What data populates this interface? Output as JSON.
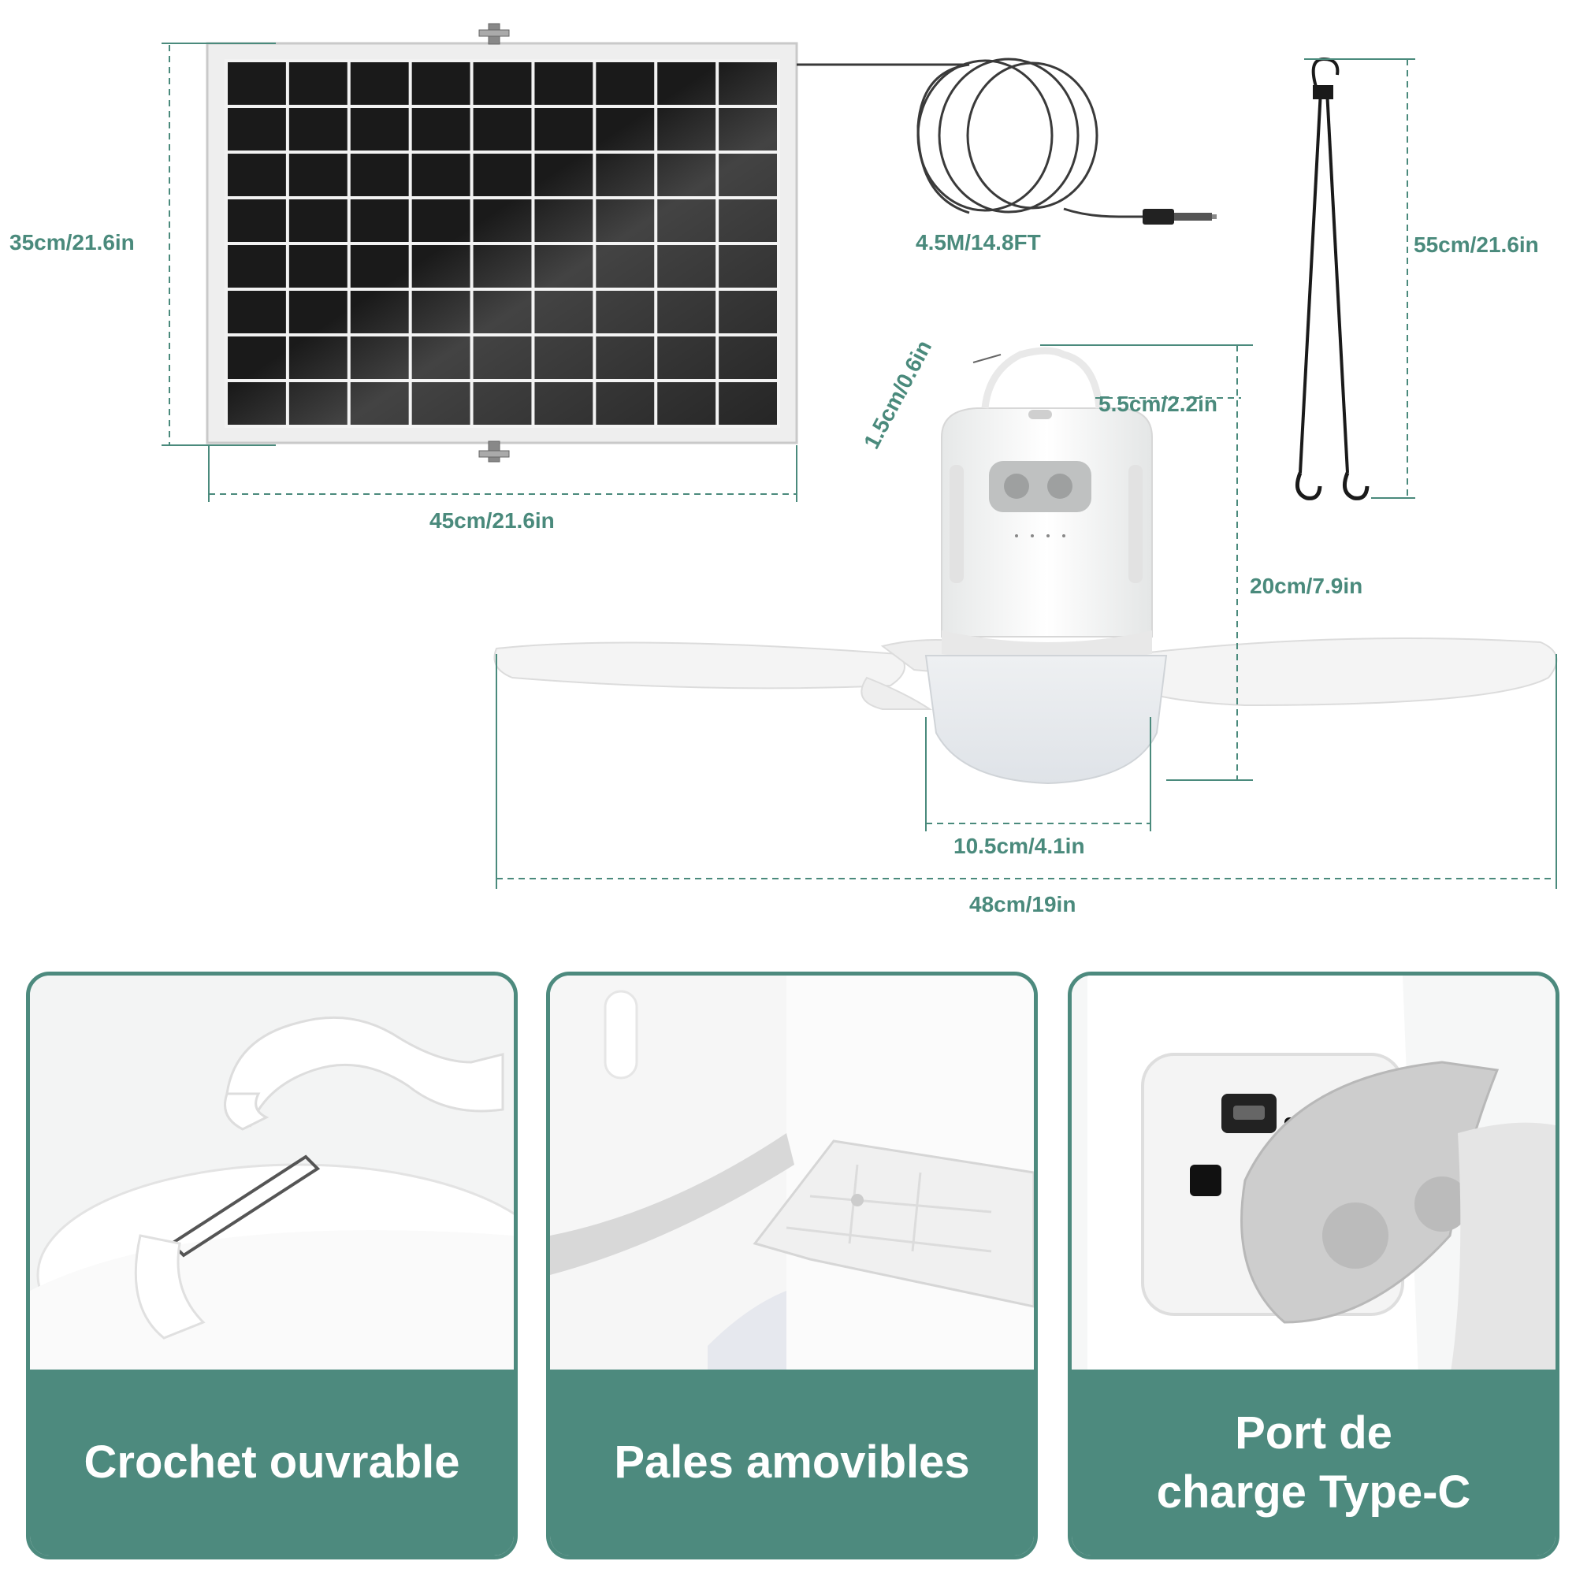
{
  "dimensions": {
    "panel_height": "35cm/21.6in",
    "panel_width": "45cm/21.6in",
    "cable_length": "4.5M/14.8FT",
    "hook_length": "55cm/21.6in",
    "handle_height": "1.5cm/0.6in",
    "handle_offset": "5.5cm/2.2in",
    "fan_height": "20cm/7.9in",
    "lamp_width": "10.5cm/4.1in",
    "fan_width": "48cm/19in"
  },
  "features": [
    {
      "label": "Crochet ouvrable"
    },
    {
      "label": "Pales amovibles"
    },
    {
      "label": "Port de\ncharge Type-C"
    }
  ],
  "colors": {
    "accent": "#4d8a7e",
    "dimension_text": "#4a8a7c",
    "panel_cell": "#1a1a1a",
    "product_white": "#f7f7f7"
  },
  "icons": {
    "fan": "fan-icon",
    "light": "sun-icon"
  }
}
